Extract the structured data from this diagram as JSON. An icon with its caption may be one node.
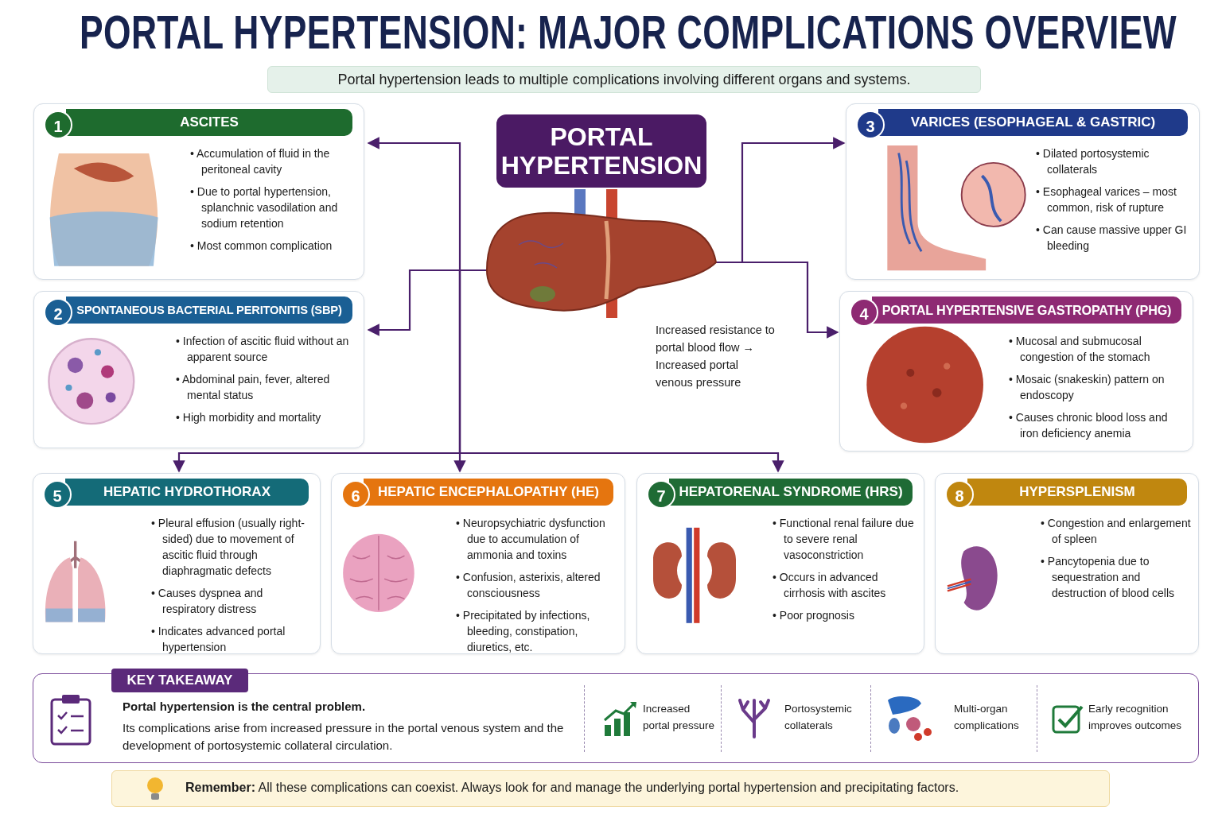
{
  "diagram": {
    "title": "PORTAL HYPERTENSION: MAJOR COMPLICATIONS OVERVIEW",
    "nodes": [
      {
        "text": [
          "PORTAL HYPERTENSION"
        ]
      },
      {
        "text": [],
        "shape": "picture",
        "beside": [
          "Increased resistance to portal blood flow → Increased portal venous pressure"
        ]
      },
      {
        "text": [
          "1",
          "ASCITES",
          "• Accumulation of fluid in the peritoneal cavity",
          "• Due to portal hypertension, splanchnic vasodilation and sodium retention",
          "• Most common complication"
        ]
      },
      {
        "text": [
          "2",
          "SPONTANEOUS BACTERIAL PERITONITIS (SBP)",
          "• Infection of ascitic fluid without an apparent source",
          "• Abdominal pain, fever, altered mental status",
          "• High morbidity and mortality"
        ]
      },
      {
        "text": [
          "3",
          "VARICES (ESOPHAGEAL & GASTRIC)",
          "• Dilated portosystemic collaterals",
          "• Esophageal varices – most common, risk of rupture",
          "• Can cause massive upper GI bleeding"
        ]
      },
      {
        "text": [
          "4",
          "PORTAL HYPERTENSIVE GASTROPATHY (PHG)",
          "• Mucosal and submucosal congestion of the stomach",
          "• Mosaic (snakeskin) pattern on endoscopy",
          "• Causes chronic blood loss and iron deficiency anemia"
        ]
      },
      {
        "text": [
          "5",
          "HEPATIC HYDROTHORAX",
          "• Pleural effusion (usually right-sided) due to movement of ascitic fluid through diaphragmatic defects",
          "• Causes dyspnea and respiratory distress",
          "• Indicates advanced portal hypertension"
        ]
      },
      {
        "text": [
          "6",
          "HEPATIC ENCEPHALOPATHY (HE)",
          "• Neuropsychiatric dysfunction due to accumulation of ammonia and toxins",
          "• Confusion, asterixis, altered consciousness",
          "• Precipitated by infections, bleeding, constipation, diuretics, etc."
        ]
      },
      {
        "text": [
          "7",
          "HEPATORENAL SYNDROME (HRS)",
          "• Functional renal failure due to severe renal vasoconstriction",
          "• Occurs in advanced cirrhosis with ascites",
          "• Poor prognosis"
        ]
      },
      {
        "text": [
          "8",
          "HYPERSPLENISM",
          "• Congestion and enlargement of spleen",
          "• Pancytopenia due to sequestration and destruction of blood cells"
        ]
      },
      {
        "text": [
          "KEY TAKEAWAY",
          "Portal hypertension is the central problem.",
          "Its complications arise from increased pressure in the portal venous system and the development of portosystemic collateral circulation."
        ]
      },
      {
        "text": [
          "**Remember:** All these complications can coexist. Always look for and manage the underlying portal hypertension and precipitating factors."
        ]
      }
    ],
    "edges": [
      {
        "from": 1,
        "to": 2,
        "arrow": "to"
      },
      {
        "from": 1,
        "to": 3,
        "arrow": "to"
      },
      {
        "from": 1,
        "to": 4,
        "arrow": "to"
      },
      {
        "from": 1,
        "to": 5,
        "arrow": "to"
      },
      {
        "from": 1,
        "to": 6,
        "arrow": "to"
      },
      {
        "from": 1,
        "to": 7,
        "arrow": "to"
      },
      {
        "from": 1,
        "to": 8,
        "arrow": "to"
      }
    ],
    "labels": [
      "Portal hypertension leads to multiple complications involving different organs and systems.",
      "Increased portal pressure",
      "Portosystemic collaterals",
      "Multi-organ complications",
      "Early recognition improves outcomes"
    ]
  }
}
